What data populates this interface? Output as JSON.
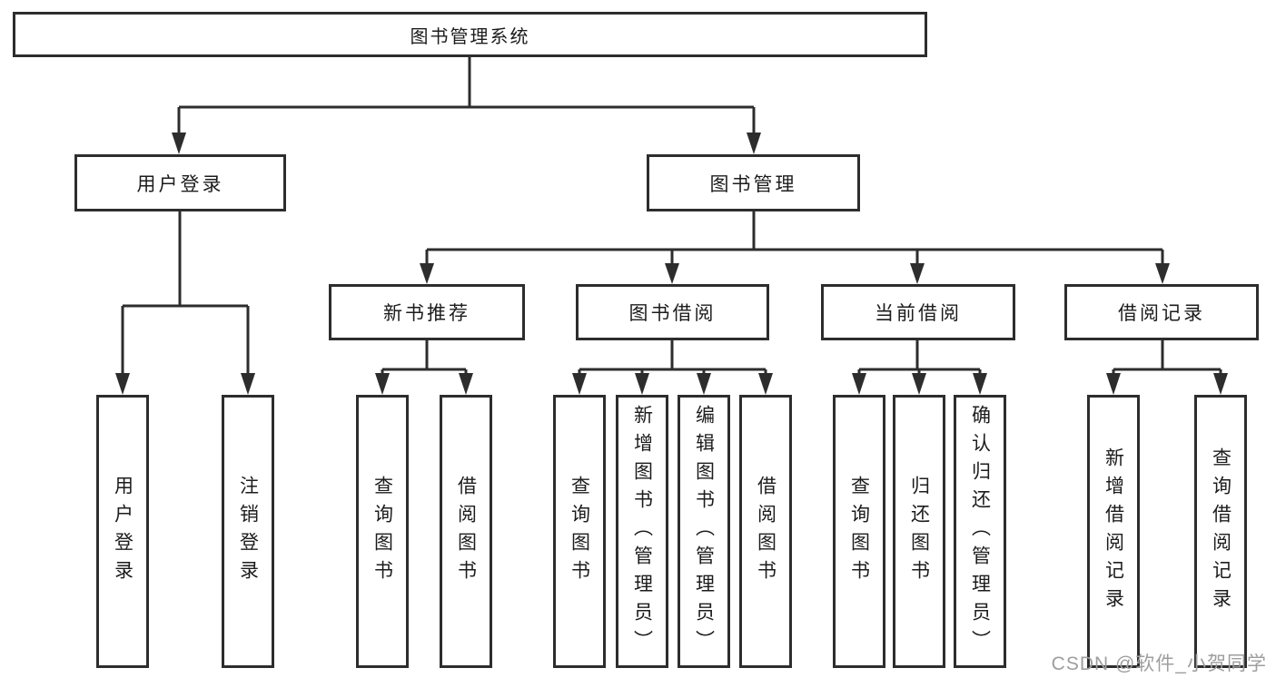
{
  "colors": {
    "line": "#2d2d2d",
    "text": "#1c1c1c",
    "background": "#ffffff",
    "watermark": "#9e9e9e"
  },
  "watermark": {
    "text": "CSDN @软件_小贺同学"
  },
  "nodes": {
    "root": {
      "label": "图书管理系统"
    },
    "branches": [
      {
        "label": "用户登录"
      },
      {
        "label": "图书管理"
      }
    ],
    "modules": [
      {
        "label": "新书推荐"
      },
      {
        "label": "图书借阅"
      },
      {
        "label": "当前借阅"
      },
      {
        "label": "借阅记录"
      }
    ],
    "leaves": [
      {
        "label": "用户登录",
        "parent": "用户登录"
      },
      {
        "label": "注销登录",
        "parent": "用户登录"
      },
      {
        "label": "查询图书",
        "parent": "新书推荐"
      },
      {
        "label": "借阅图书",
        "parent": "新书推荐"
      },
      {
        "label": "查询图书",
        "parent": "图书借阅"
      },
      {
        "label": "新增图书（管理员）",
        "parent": "图书借阅"
      },
      {
        "label": "编辑图书（管理员）",
        "parent": "图书借阅"
      },
      {
        "label": "借阅图书",
        "parent": "图书借阅"
      },
      {
        "label": "查询图书",
        "parent": "当前借阅"
      },
      {
        "label": "归还图书",
        "parent": "当前借阅"
      },
      {
        "label": "确认归还（管理员）",
        "parent": "当前借阅"
      },
      {
        "label": "新增借阅记录",
        "parent": "借阅记录"
      },
      {
        "label": "查询借阅记录",
        "parent": "借阅记录"
      }
    ]
  }
}
